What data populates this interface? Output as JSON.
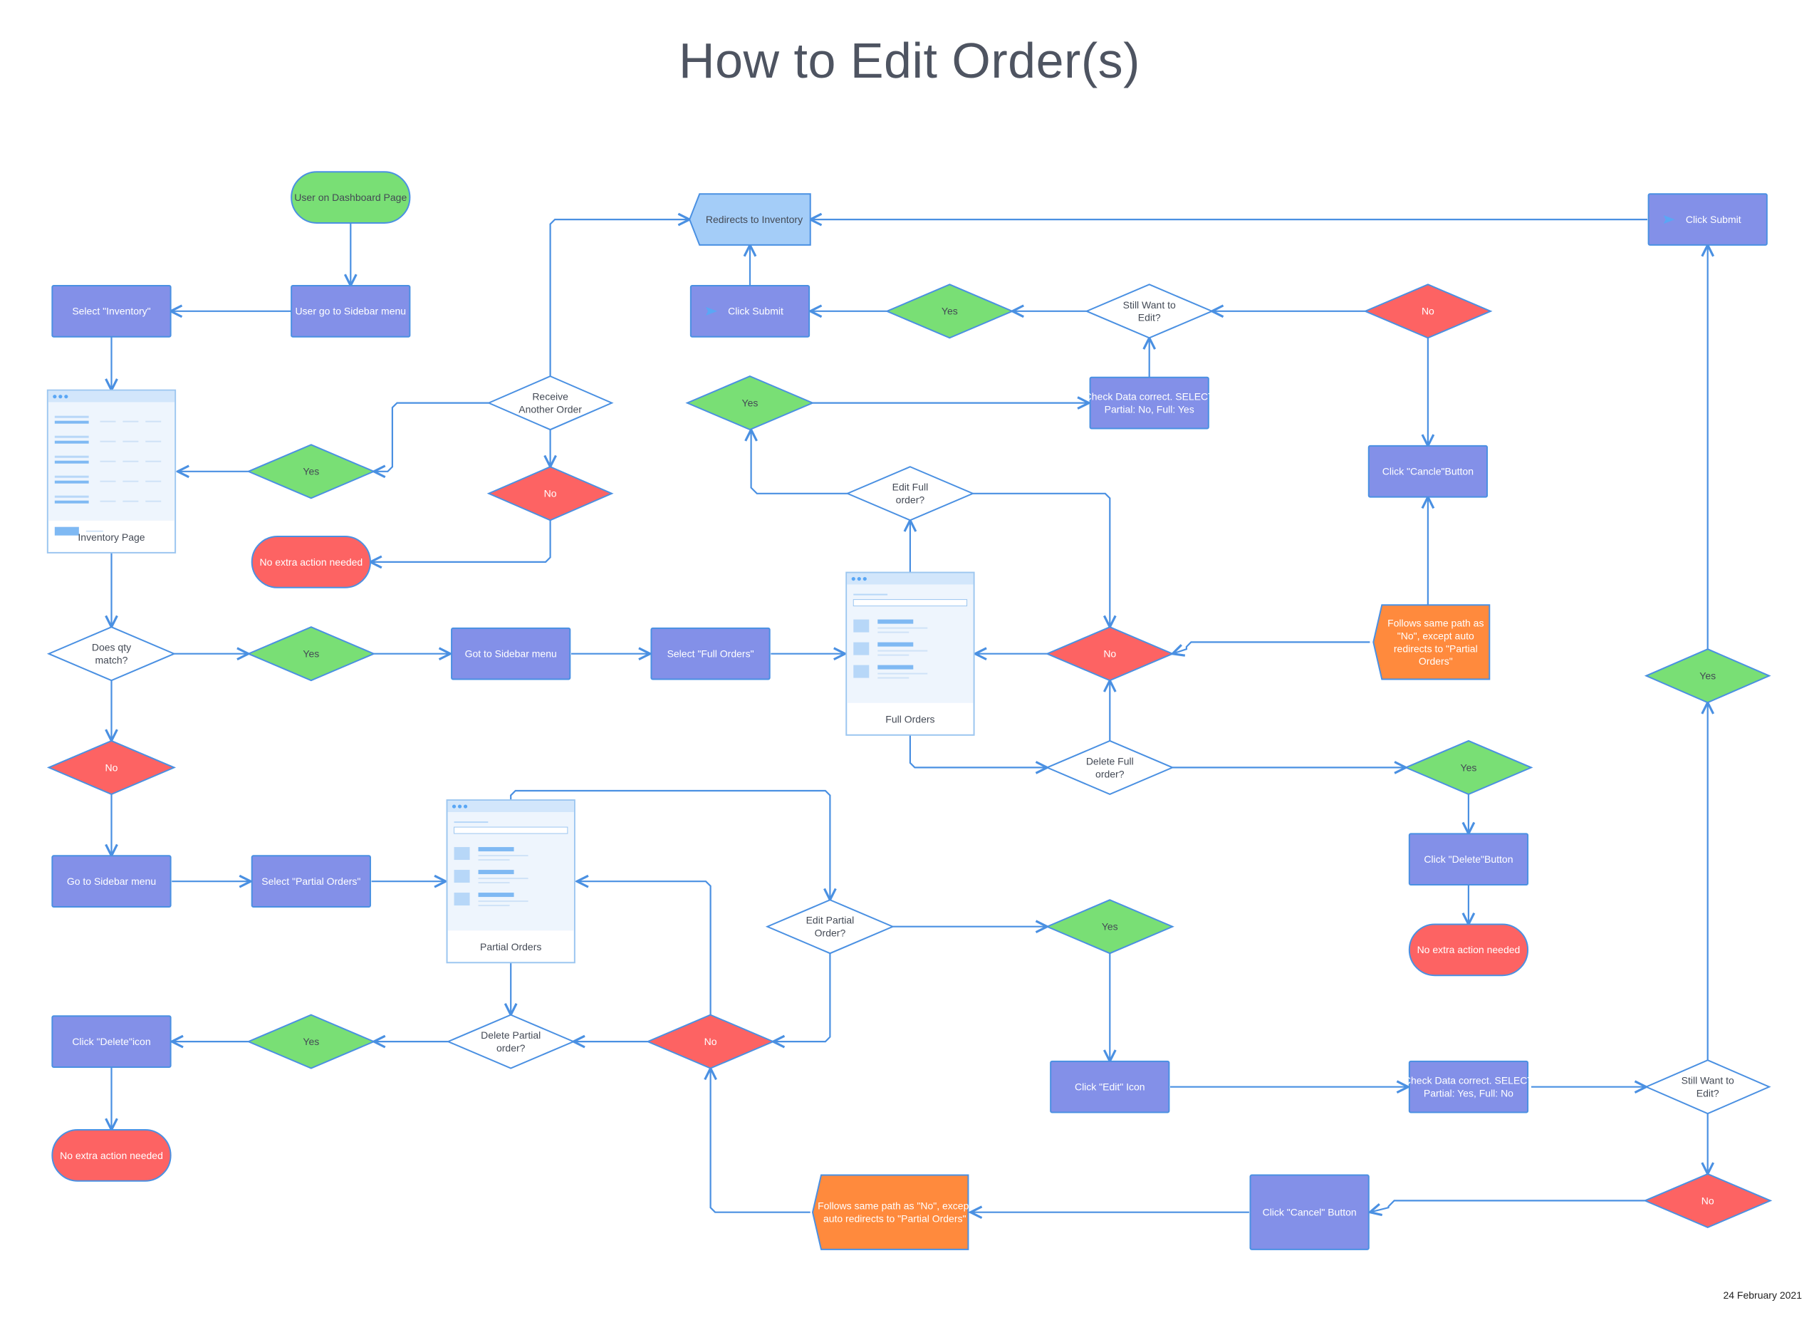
{
  "title": "How to Edit Order(s)",
  "date": "24 February 2021",
  "colors": {
    "line": "#4a90e2",
    "process": "#8390e8",
    "yes": "#79df75",
    "no": "#fd6363",
    "orange": "#ff8a3d",
    "redirect": "#a4cdf8",
    "decision": "#ffffff",
    "text_light": "#ffffff",
    "text_dark": "#444a55"
  },
  "nodes": [
    {
      "id": "start",
      "type": "terminal",
      "fill": "yes",
      "text": "User on Dashboard Page"
    },
    {
      "id": "sidebar1",
      "type": "process",
      "text": "User go to Sidebar menu"
    },
    {
      "id": "selInv",
      "type": "process",
      "text": "Select \"Inventory\""
    },
    {
      "id": "invPage",
      "type": "screen",
      "variant": "table",
      "text": "Inventory Page"
    },
    {
      "id": "yesA",
      "type": "diamond",
      "fill": "yes",
      "text": "Yes"
    },
    {
      "id": "receive",
      "type": "diamond",
      "fill": "decision",
      "text": "Receive Another Order"
    },
    {
      "id": "noA",
      "type": "diamond",
      "fill": "no",
      "text": "No"
    },
    {
      "id": "noExtra1",
      "type": "terminal",
      "fill": "no",
      "text": "No extra action needed"
    },
    {
      "id": "redirect",
      "type": "pentagon",
      "text": "Redirects to Inventory"
    },
    {
      "id": "clickSub1",
      "type": "process",
      "icon": "send",
      "text": "Click Submit"
    },
    {
      "id": "yesB",
      "type": "diamond",
      "fill": "yes",
      "text": "Yes"
    },
    {
      "id": "still1",
      "type": "diamond",
      "fill": "decision",
      "text": "Still Want to Edit?"
    },
    {
      "id": "noB",
      "type": "diamond",
      "fill": "no",
      "text": "No"
    },
    {
      "id": "clickSub2",
      "type": "process",
      "icon": "send",
      "text": "Click Submit"
    },
    {
      "id": "yesC",
      "type": "diamond",
      "fill": "yes",
      "text": "Yes"
    },
    {
      "id": "check1",
      "type": "process",
      "text": "Check Data correct. SELECT Partial: No, Full: Yes"
    },
    {
      "id": "cancle",
      "type": "process",
      "text": "Click \"Cancle\"Button"
    },
    {
      "id": "editFull",
      "type": "diamond",
      "fill": "decision",
      "text": "Edit Full order?"
    },
    {
      "id": "qty",
      "type": "diamond",
      "fill": "decision",
      "text": "Does qty match?"
    },
    {
      "id": "yesD",
      "type": "diamond",
      "fill": "yes",
      "text": "Yes"
    },
    {
      "id": "gotSidebar",
      "type": "process",
      "text": "Got to Sidebar menu"
    },
    {
      "id": "selFull",
      "type": "process",
      "text": "Select \"Full Orders\""
    },
    {
      "id": "fullPage",
      "type": "screen",
      "variant": "list",
      "text": "Full Orders"
    },
    {
      "id": "noC",
      "type": "diamond",
      "fill": "no",
      "text": "No"
    },
    {
      "id": "follow1",
      "type": "orange",
      "text": "Follows same path as \"No\", except auto redirects to \"Partial Orders\""
    },
    {
      "id": "yesE",
      "type": "diamond",
      "fill": "yes",
      "text": "Yes"
    },
    {
      "id": "delFull",
      "type": "diamond",
      "fill": "decision",
      "text": "Delete Full order?"
    },
    {
      "id": "yesF",
      "type": "diamond",
      "fill": "yes",
      "text": "Yes"
    },
    {
      "id": "noD",
      "type": "diamond",
      "fill": "no",
      "text": "No"
    },
    {
      "id": "clickDelBtn",
      "type": "process",
      "text": "Click \"Delete\"Button"
    },
    {
      "id": "noExtra2",
      "type": "terminal",
      "fill": "no",
      "text": "No extra action needed"
    },
    {
      "id": "goSidebar",
      "type": "process",
      "text": "Go to Sidebar menu"
    },
    {
      "id": "selPartial",
      "type": "process",
      "text": "Select \"Partial Orders\""
    },
    {
      "id": "partialPage",
      "type": "screen",
      "variant": "list",
      "text": "Partial Orders"
    },
    {
      "id": "editPartial",
      "type": "diamond",
      "fill": "decision",
      "text": "Edit Partial Order?"
    },
    {
      "id": "yesG",
      "type": "diamond",
      "fill": "yes",
      "text": "Yes"
    },
    {
      "id": "clickDelIcon",
      "type": "process",
      "text": "Click \"Delete\"icon"
    },
    {
      "id": "yesH",
      "type": "diamond",
      "fill": "yes",
      "text": "Yes"
    },
    {
      "id": "delPartial",
      "type": "diamond",
      "fill": "decision",
      "text": "Delete Partial order?"
    },
    {
      "id": "noE",
      "type": "diamond",
      "fill": "no",
      "text": "No"
    },
    {
      "id": "clickEdit",
      "type": "process",
      "text": "Click \"Edit\" Icon"
    },
    {
      "id": "check2",
      "type": "process",
      "text": "Check Data correct. SELECT Partial: Yes, Full: No"
    },
    {
      "id": "still2",
      "type": "diamond",
      "fill": "decision",
      "text": "Still Want to Edit?"
    },
    {
      "id": "noExtra3",
      "type": "terminal",
      "fill": "no",
      "text": "No extra action needed"
    },
    {
      "id": "follow2",
      "type": "orange",
      "text": "Follows same path as \"No\", except auto redirects to \"Partial Orders\""
    },
    {
      "id": "cancel",
      "type": "process",
      "text": "Click \"Cancel\" Button"
    },
    {
      "id": "noF",
      "type": "diamond",
      "fill": "no",
      "text": "No"
    }
  ]
}
